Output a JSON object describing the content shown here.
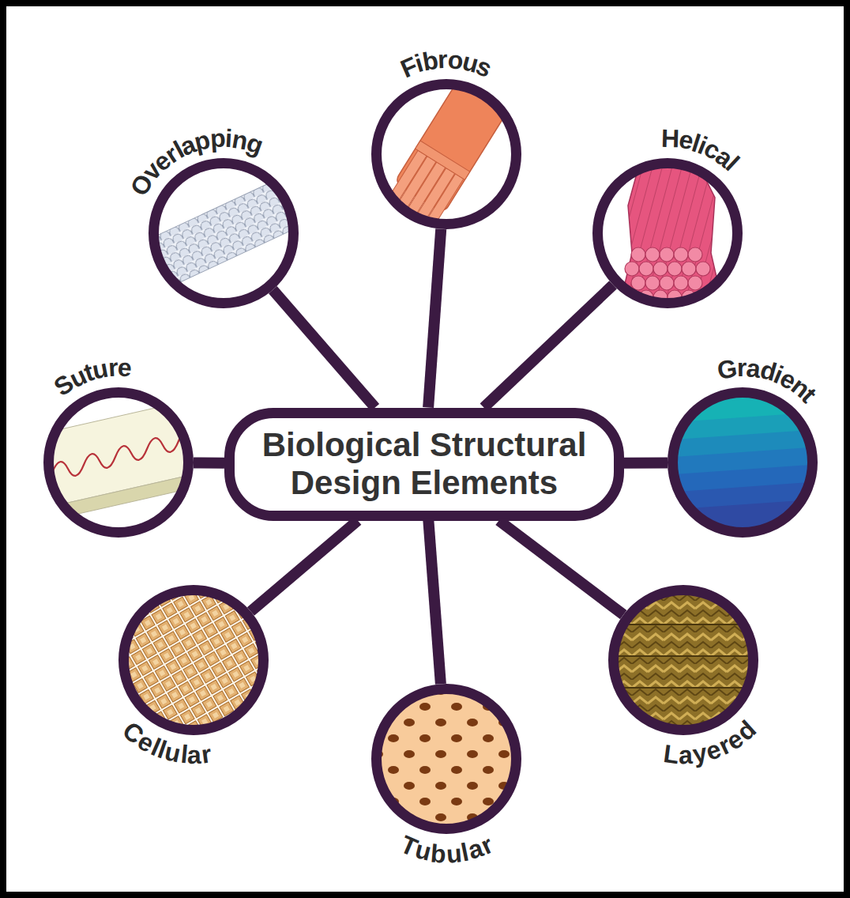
{
  "diagram": {
    "nodes": [
      {
        "text": [
          "Fibrous"
        ]
      },
      {
        "text": [
          "Overlapping"
        ]
      },
      {
        "text": [
          "Helical"
        ]
      },
      {
        "text": [
          "Suture"
        ]
      },
      {
        "text": [
          "Biological Structural Design Elements"
        ]
      },
      {
        "text": [
          "Gradient"
        ]
      },
      {
        "text": [
          "Cellular"
        ]
      },
      {
        "text": [
          "Layered"
        ]
      },
      {
        "text": [
          "Tubular"
        ]
      }
    ],
    "edges": [
      {
        "from": 4,
        "to": 0,
        "arrow": "none"
      },
      {
        "from": 4,
        "to": 1,
        "arrow": "none"
      },
      {
        "from": 4,
        "to": 2,
        "arrow": "none"
      },
      {
        "from": 4,
        "to": 3,
        "arrow": "none"
      },
      {
        "from": 4,
        "to": 5,
        "arrow": "none"
      },
      {
        "from": 4,
        "to": 6,
        "arrow": "none"
      },
      {
        "from": 4,
        "to": 7,
        "arrow": "none"
      },
      {
        "from": 4,
        "to": 8,
        "arrow": "none"
      }
    ]
  }
}
